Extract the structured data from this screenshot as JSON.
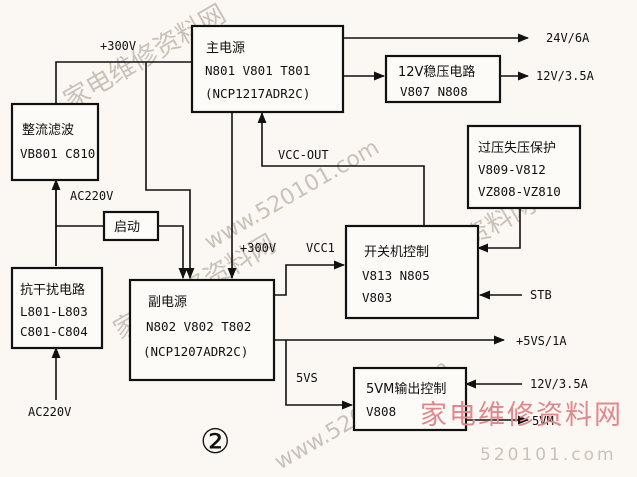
{
  "blocks": {
    "main_psu": {
      "title": "主电源",
      "line1": "N801 V801 T801",
      "line2": "(NCP1217ADR2C)"
    },
    "reg12": {
      "title": "12V稳压电路",
      "line1": "V807 N808"
    },
    "rectifier": {
      "title": "整流滤波",
      "line1": "VB801 C810"
    },
    "ovp": {
      "title": "过压失压保护",
      "line1": "V809-V812",
      "line2": "VZ808-VZ810"
    },
    "start": {
      "title": "启动"
    },
    "power_switch": {
      "title": "开关机控制",
      "line1": "V813 N805",
      "line2": "V803"
    },
    "emi": {
      "title": "抗干扰电路",
      "line1": "L801-L803",
      "line2": "C801-C804"
    },
    "aux_psu": {
      "title": "副电源",
      "line1": "N802 V802 T802",
      "line2": "(NCP1207ADR2C)"
    },
    "vm5": {
      "title": "5VM输出控制",
      "line1": "V808"
    }
  },
  "labels": {
    "v300_top": "+300V",
    "v300_mid": "+300V",
    "out_24v": "24V/6A",
    "out_12v": "12V/3.5A",
    "vcc_out": "VCC-OUT",
    "ac220_mid": "AC220V",
    "ac220_bottom": "AC220V",
    "vcc1": "VCC1",
    "stb": "STB",
    "out_5vs": "+5VS/1A",
    "v5vs": "5VS",
    "in_12v": "12V/3.5A",
    "out_5vm": "5VM",
    "figure_no": "②"
  },
  "watermarks": {
    "repeat": "家电维修资料网",
    "url": "www.520101.com",
    "logo": "家电维修资料网",
    "logo_url": "520101.com"
  }
}
